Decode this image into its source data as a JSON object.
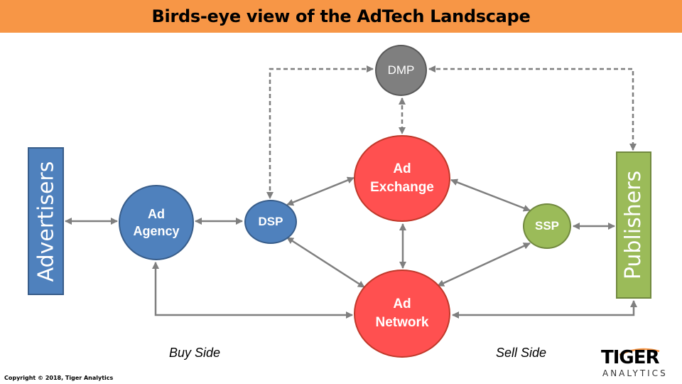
{
  "title": "Birds-eye view of the AdTech Landscape",
  "entities": {
    "advertisers": "Advertisers",
    "publishers": "Publishers"
  },
  "nodes": {
    "ad_agency": "Ad\nAgency",
    "dsp": "DSP",
    "dmp": "DMP",
    "ad_exchange": "Ad\nExchange",
    "ad_network": "Ad\nNetwork",
    "ssp": "SSP"
  },
  "labels": {
    "buy_side": "Buy Side",
    "sell_side": "Sell Side"
  },
  "footer": {
    "copyright": "Copyright © 2018, Tiger Analytics"
  },
  "logo": {
    "name": "TIGER",
    "sub": "ANALYTICS"
  },
  "colors": {
    "title_bar": "#f79646",
    "buy_side_blue": "#4f81bd",
    "sell_side_green": "#9bbb59",
    "exchange_red": "#ff5050",
    "dmp_gray": "#7f7f7f",
    "connector": "#7f7f7f"
  }
}
